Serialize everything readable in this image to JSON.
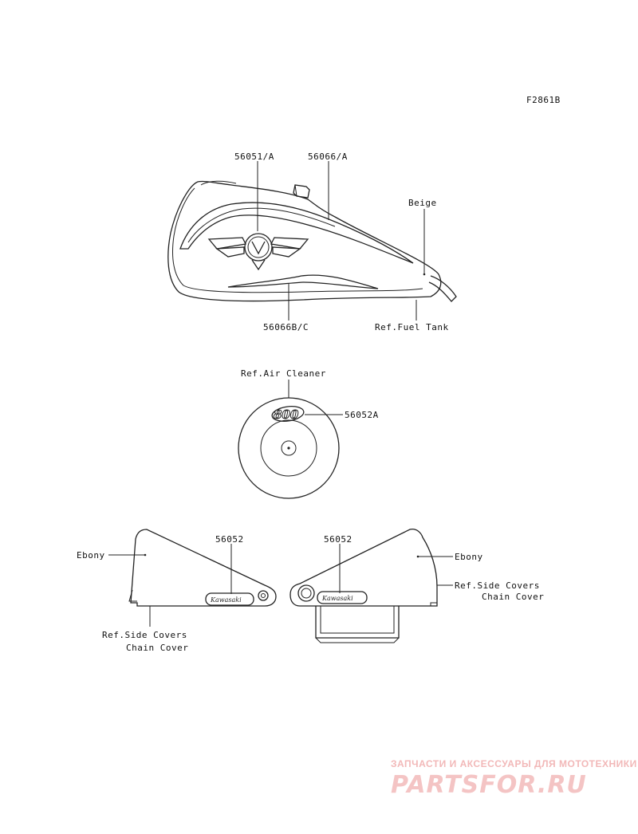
{
  "figure_id": "F2861B",
  "callouts": {
    "tank_emblem": "56051/A",
    "tank_stripe_upper": "56066/A",
    "tank_color": "Beige",
    "tank_stripe_lower": "56066B/C",
    "ref_fuel_tank": "Ref.Fuel Tank",
    "ref_air_cleaner": "Ref.Air Cleaner",
    "air_cleaner_decal": "56052A",
    "left_cover_decal": "56052",
    "right_cover_decal": "56052",
    "left_color": "Ebony",
    "right_color": "Ebony",
    "left_ref_line1": "Ref.Side Covers",
    "left_ref_line2": "Chain Cover",
    "right_ref_line1": "Ref.Side Covers",
    "right_ref_line2": "Chain Cover"
  },
  "decal_text": {
    "kawasaki_left": "Kawasaki",
    "kawasaki_right": "Kawasaki",
    "air_cleaner_number": "800"
  },
  "watermark": {
    "line1": "ЗАПЧАСТИ И АКСЕССУАРЫ ДЛЯ МОТОТЕХНИКИ",
    "line2": "PARTSFOR.RU"
  }
}
